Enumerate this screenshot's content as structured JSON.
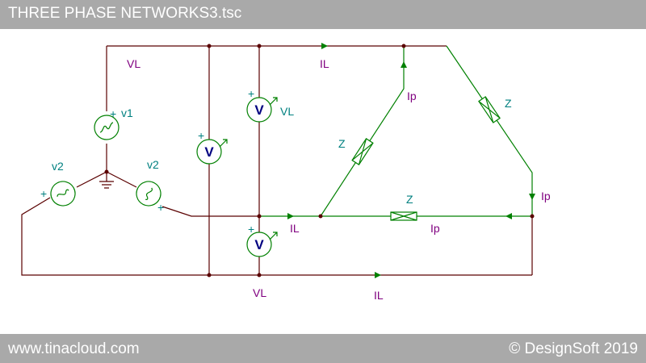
{
  "title": "THREE PHASE NETWORKS3.tsc",
  "footer": {
    "left": "www.tinacloud.com",
    "right": "© DesignSoft 2019"
  },
  "labels": {
    "vl_top_left": "VL",
    "il_top": "IL",
    "v1": "v1",
    "v1_plus": "+",
    "vl_meter_top": "VL",
    "ip_top": "Ip",
    "z_right": "Z",
    "z_diag": "Z",
    "v2_left": "v2",
    "v2_right": "v2",
    "plus_left": "+",
    "plus_right": "+",
    "ip_right": "Ip",
    "z_mid": "Z",
    "il_mid": "IL",
    "ip_mid": "Ip",
    "vl_bottom": "VL",
    "il_bottom": "IL",
    "plus_vm1": "+",
    "plus_vm2": "+",
    "plus_vm3": "+"
  },
  "voltmeter_glyph": "V",
  "colors": {
    "wire": "#5a0000",
    "component": "#008000",
    "meter_text": "#000080",
    "label_purple": "#800080",
    "label_teal": "#008080",
    "bar": "#a9a9a9"
  }
}
